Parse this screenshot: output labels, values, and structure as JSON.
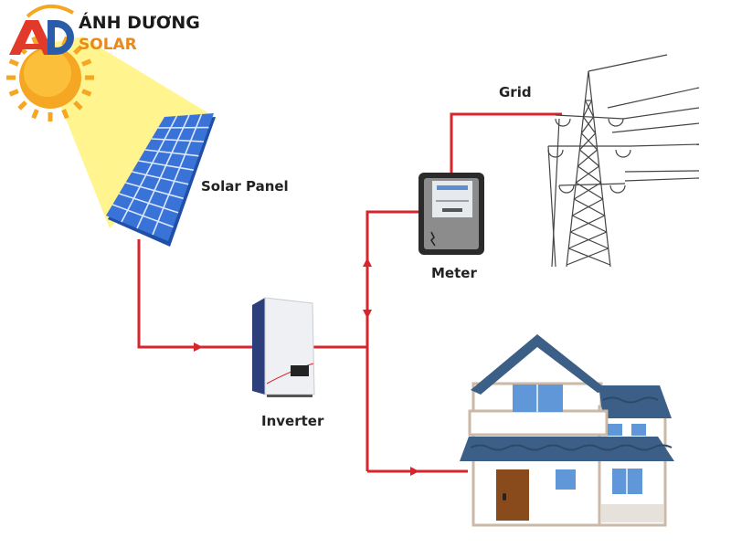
{
  "logo": {
    "brand_line1": "ÁNH DƯƠNG",
    "brand_line2": "SOLAR",
    "mark_letters": "AD",
    "colors": {
      "a": "#e23a2a",
      "d": "#2a5caa",
      "sun": "#f5a623",
      "line2": "#e8891c"
    }
  },
  "labels": {
    "solar_panel": "Solar Panel",
    "inverter": "Inverter",
    "meter": "Meter",
    "grid": "Grid"
  },
  "colors": {
    "wire": "#d7262b",
    "panel": "#3a73d8",
    "beam": "#fff27a",
    "roof": "#3b5f86",
    "window": "#5f97d8",
    "door": "#8a4b1c"
  },
  "flows": [
    {
      "from": "solar_panel",
      "to": "inverter",
      "direction": "forward"
    },
    {
      "from": "inverter",
      "to": "meter",
      "direction": "up"
    },
    {
      "from": "meter",
      "to": "inverter",
      "direction": "down"
    },
    {
      "from": "meter",
      "to": "grid",
      "direction": "bidirectional"
    },
    {
      "from": "inverter",
      "to": "house",
      "direction": "forward"
    }
  ]
}
